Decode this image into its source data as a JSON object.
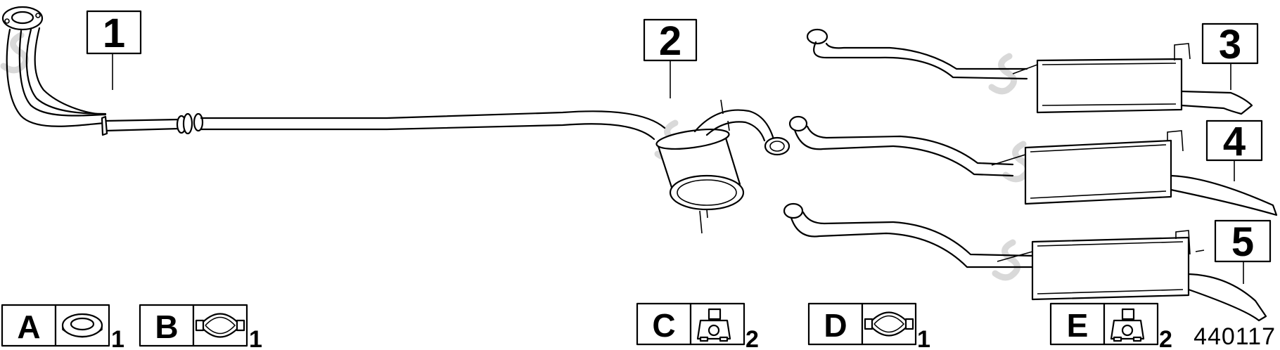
{
  "parts": [
    {
      "number": "1"
    },
    {
      "number": "2"
    },
    {
      "number": "3"
    },
    {
      "number": "4"
    },
    {
      "number": "5"
    }
  ],
  "accessories": [
    {
      "letter": "A",
      "icon": "gasket-ring-icon",
      "quantity": "1"
    },
    {
      "letter": "B",
      "icon": "pipe-clamp-icon",
      "quantity": "1"
    },
    {
      "letter": "C",
      "icon": "rubber-hanger-icon",
      "quantity": "2"
    },
    {
      "letter": "D",
      "icon": "pipe-clamp-icon",
      "quantity": "1"
    },
    {
      "letter": "E",
      "icon": "rubber-hanger-icon",
      "quantity": "2"
    }
  ],
  "diagram_code": "440117"
}
